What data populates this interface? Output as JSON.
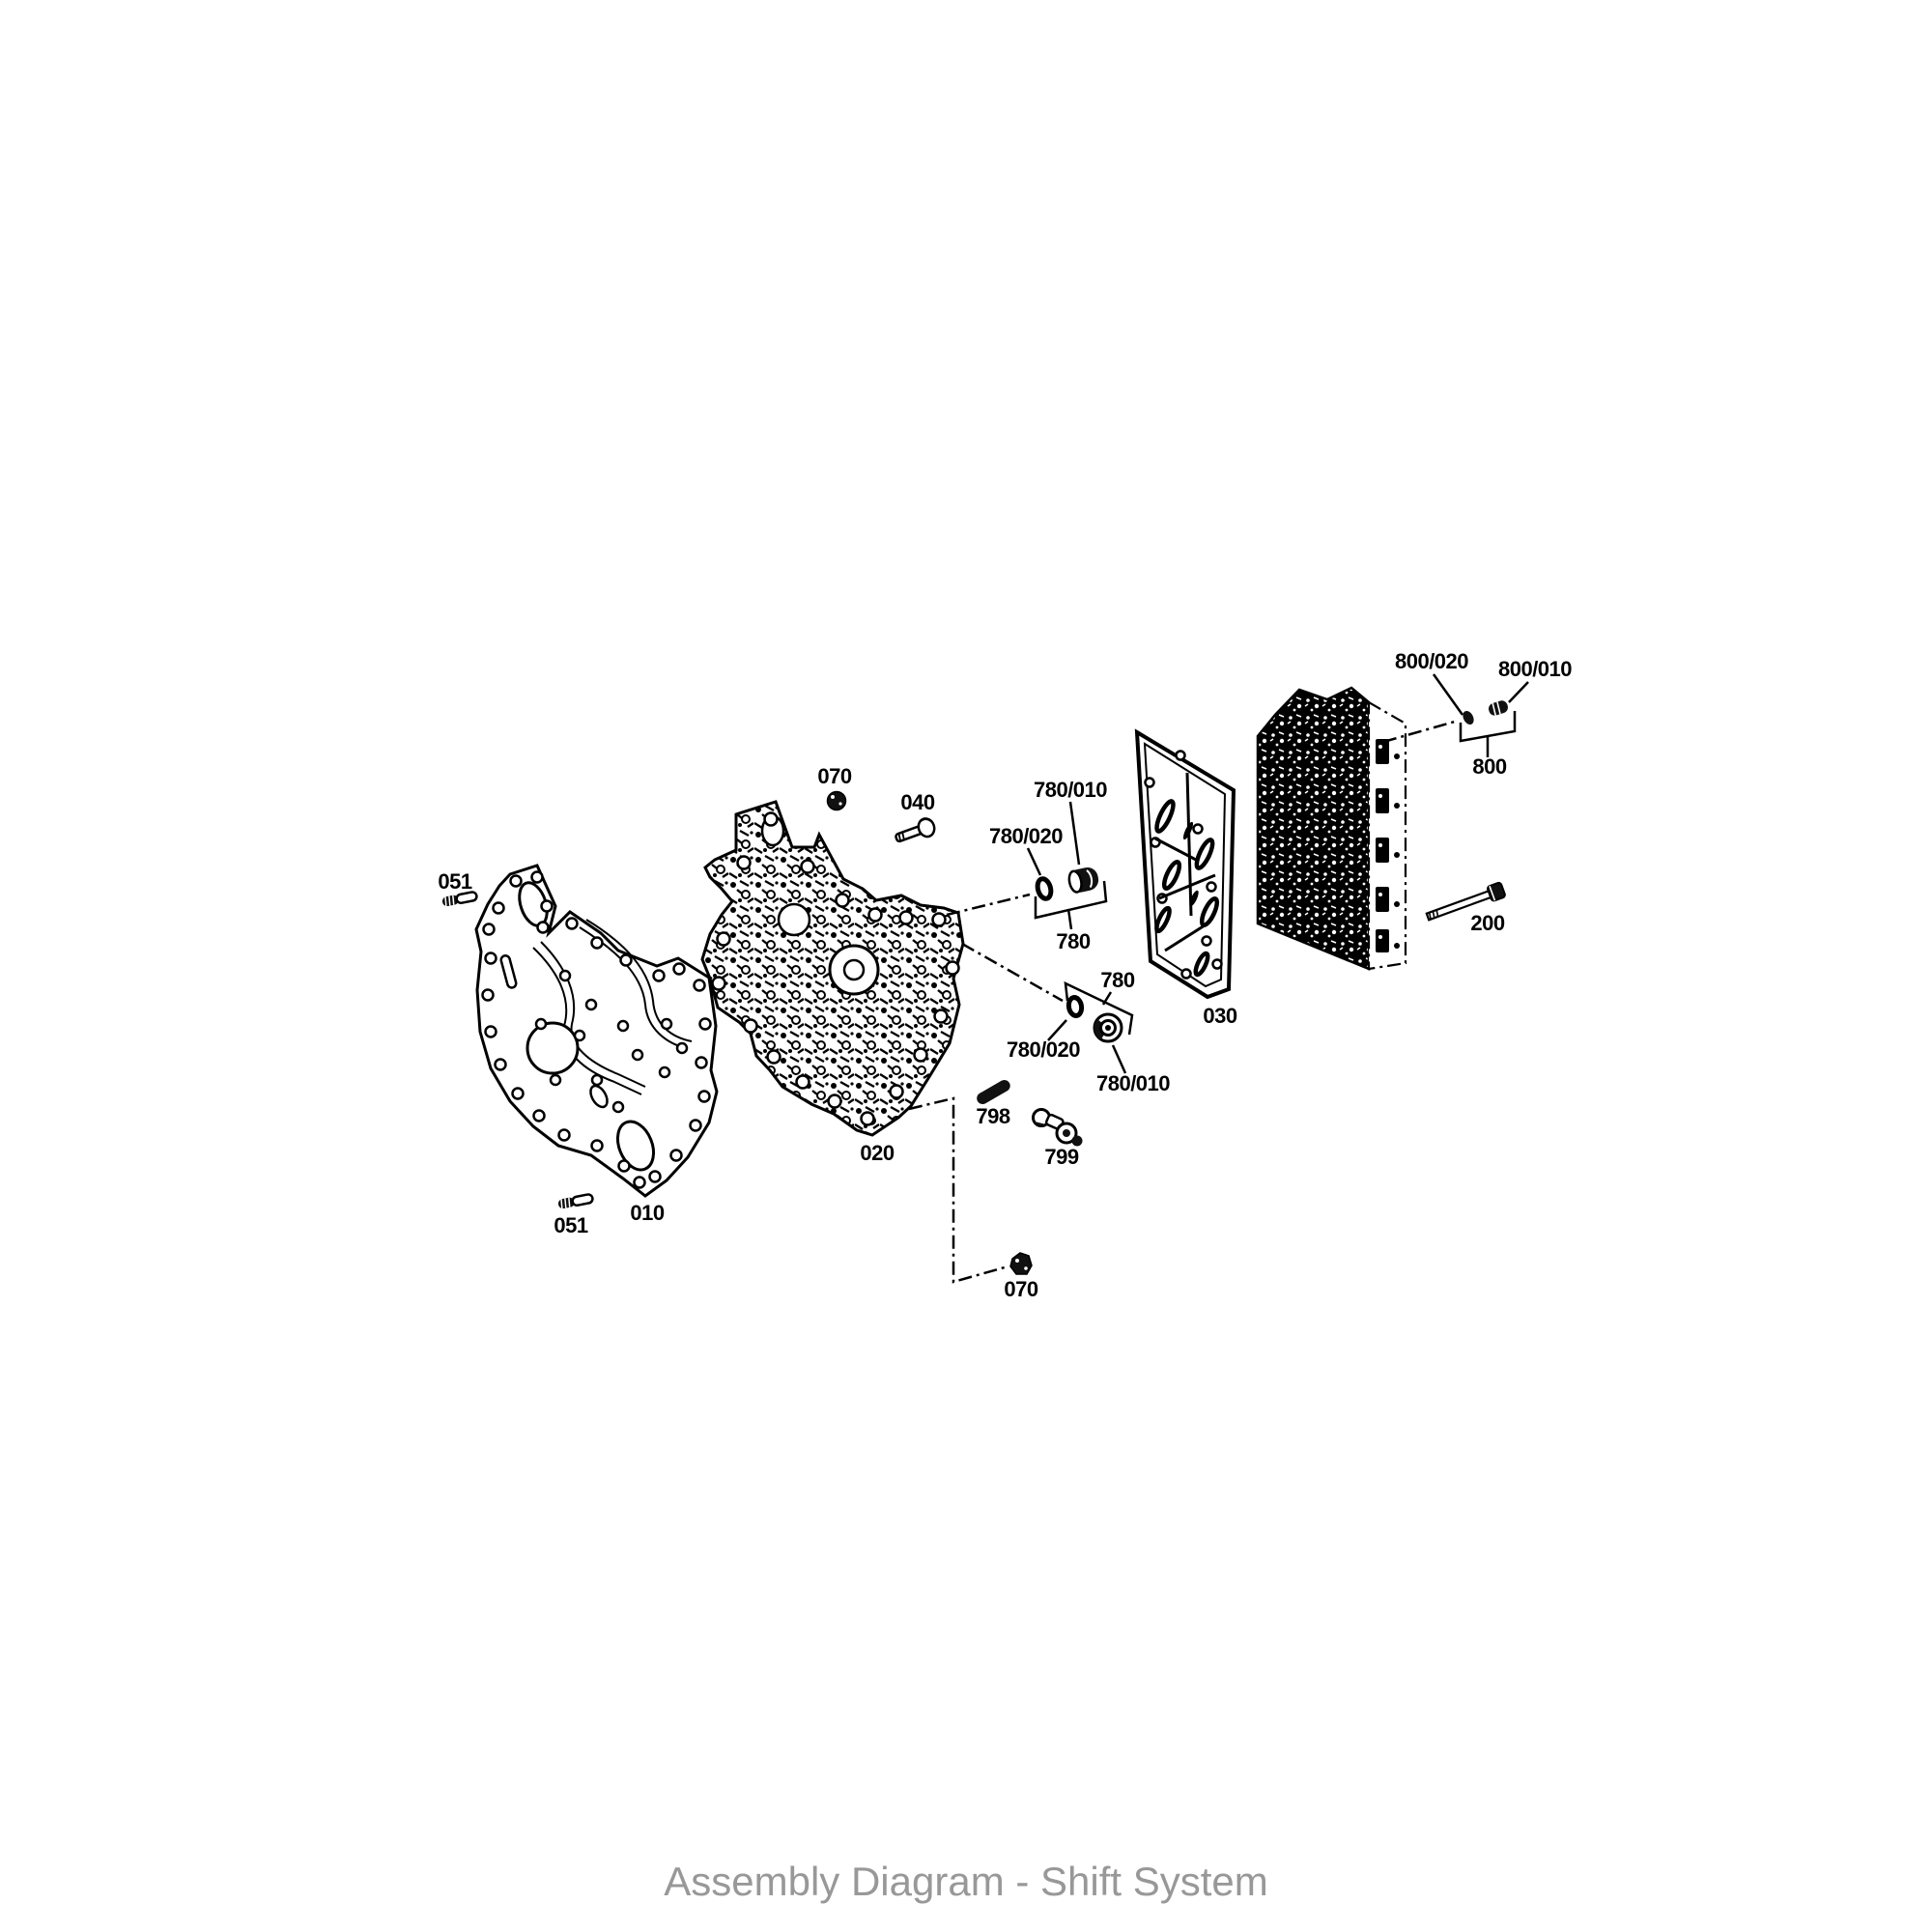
{
  "title": "Assembly Diagram - Shift System",
  "callouts": {
    "c051_top": "051",
    "c051_bottom": "051",
    "c010": "010",
    "c020": "020",
    "c030": "030",
    "c040": "040",
    "c070_top": "070",
    "c070_bottom": "070",
    "c200": "200",
    "c780_g1": "780",
    "c780_g1_sub010": "780/010",
    "c780_g1_sub020": "780/020",
    "c780_g2": "780",
    "c780_g2_sub010": "780/010",
    "c780_g2_sub020": "780/020",
    "c798": "798",
    "c799": "799",
    "c800": "800",
    "c800_sub010": "800/010",
    "c800_sub020": "800/020"
  },
  "colors": {
    "line": "#000000",
    "fill_dark": "#111111",
    "title_text": "#989898",
    "background": "#ffffff"
  }
}
